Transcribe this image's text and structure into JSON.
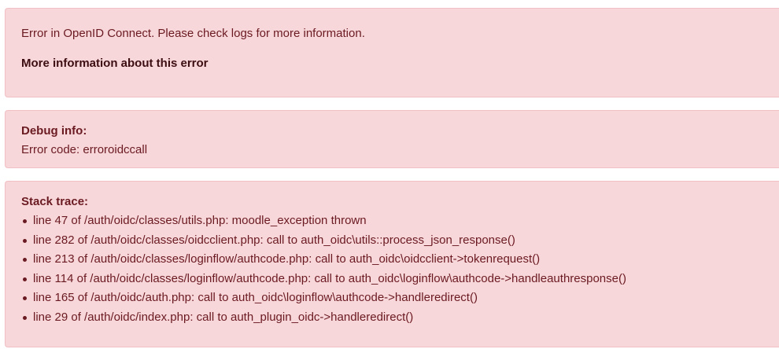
{
  "error_box": {
    "message": "Error in OpenID Connect. Please check logs for more information.",
    "more_info_label": "More information about this error"
  },
  "debug_box": {
    "title": "Debug info:",
    "error_code_line": "Error code: erroroidccall"
  },
  "stack_box": {
    "title": "Stack trace:",
    "lines": [
      "line 47 of /auth/oidc/classes/utils.php: moodle_exception thrown",
      "line 282 of /auth/oidc/classes/oidcclient.php: call to auth_oidc\\utils::process_json_response()",
      "line 213 of /auth/oidc/classes/loginflow/authcode.php: call to auth_oidc\\oidcclient->tokenrequest()",
      "line 114 of /auth/oidc/classes/loginflow/authcode.php: call to auth_oidc\\loginflow\\authcode->handleauthresponse()",
      "line 165 of /auth/oidc/auth.php: call to auth_oidc\\loginflow\\authcode->handleredirect()",
      "line 29 of /auth/oidc/index.php: call to auth_plugin_oidc->handleredirect()"
    ]
  },
  "colors": {
    "alert_background": "#f8d7da",
    "alert_border": "#f1bfc4",
    "alert_text": "#6a1a21"
  }
}
